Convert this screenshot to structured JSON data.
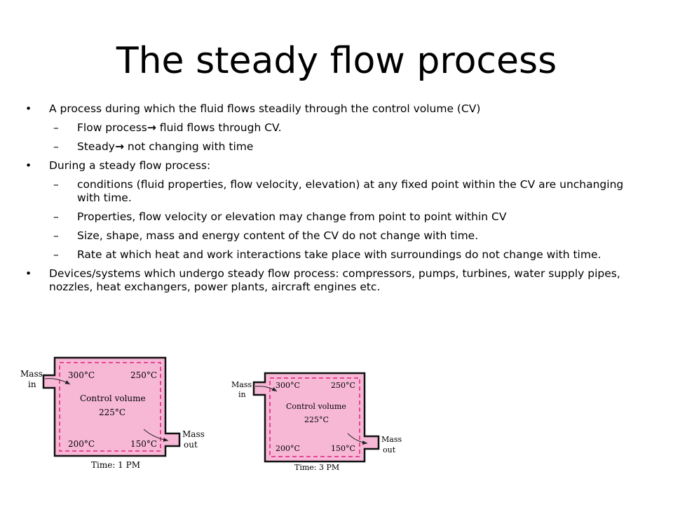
{
  "title": "The steady flow process",
  "bullets": {
    "b1": "A process during which the fluid flows steadily through the control volume (CV)",
    "b1_s1_a": "Flow process",
    "b1_s1_b": " fluid flows through CV.",
    "b1_s2_a": "Steady",
    "b1_s2_b": " not changing with time",
    "b2": "During a steady flow process:",
    "b2_s1": "conditions (fluid properties, flow velocity, elevation) at any fixed point within the CV are unchanging with time.",
    "b2_s2": " Properties, flow velocity or elevation may change from point to point within CV",
    "b2_s3": " Size, shape, mass and energy content of the CV do not change with time.",
    "b2_s4": "Rate at which heat and work interactions take place with surroundings do not change with time.",
    "b3": "Devices/systems which undergo steady flow process: compressors, pumps, turbines, water supply pipes, nozzles, heat exchangers, power plants, aircraft engines etc."
  },
  "figure": {
    "fill_color": "#f7b8d6",
    "dash_color": "#e0217a",
    "mass_in": [
      "Mass",
      "in"
    ],
    "mass_out": [
      "Mass",
      "out"
    ],
    "t_top_left": "300°C",
    "t_top_right": "250°C",
    "cv_label": "Control volume",
    "t_center": "225°C",
    "t_bottom_left": "200°C",
    "t_bottom_right": "150°C",
    "time_1": "Time: 1 PM",
    "time_2": "Time: 3 PM"
  }
}
